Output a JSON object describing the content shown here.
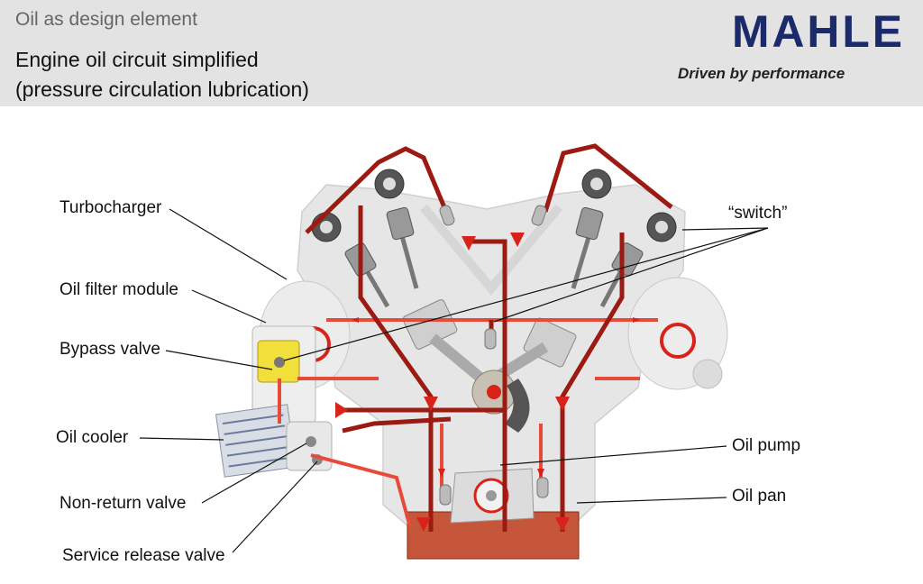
{
  "header": {
    "kicker": "Oil as design element",
    "title_line1": "Engine oil circuit simplified",
    "title_line2": "(pressure circulation lubrication)"
  },
  "brand": {
    "logo_text": "MAHLE",
    "tagline": "Driven by performance",
    "color": "#1b2a6b"
  },
  "labels": {
    "turbocharger": "Turbocharger",
    "oil_filter_module": "Oil filter module",
    "bypass_valve": "Bypass valve",
    "oil_cooler": "Oil cooler",
    "non_return_valve": "Non-return valve",
    "service_release_valve": "Service release valve",
    "switch": "“switch”",
    "oil_pump": "Oil pump",
    "oil_pan": "Oil pan"
  },
  "colors": {
    "oil_line_dark": "#9b1a12",
    "oil_line_light": "#e84a3a",
    "oil_pan": "#c6563a",
    "engine_block": "#e6e6e6",
    "filter_highlight": "#f1df3b"
  }
}
